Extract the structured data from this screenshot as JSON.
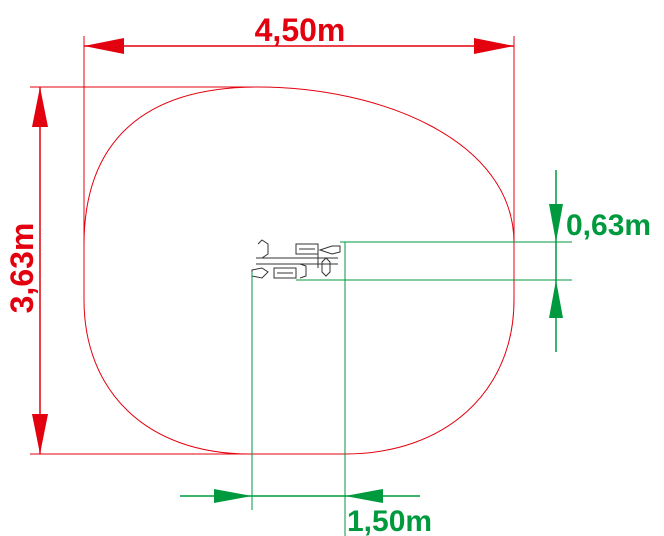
{
  "dimensions": {
    "width_label": "4,50m",
    "height_label": "3,63m",
    "clearance_label": "0,63m",
    "offset_label": "1,50m"
  },
  "colors": {
    "red": "#e3000f",
    "green": "#009a3e",
    "equipment": "#333333",
    "background": "#ffffff"
  }
}
